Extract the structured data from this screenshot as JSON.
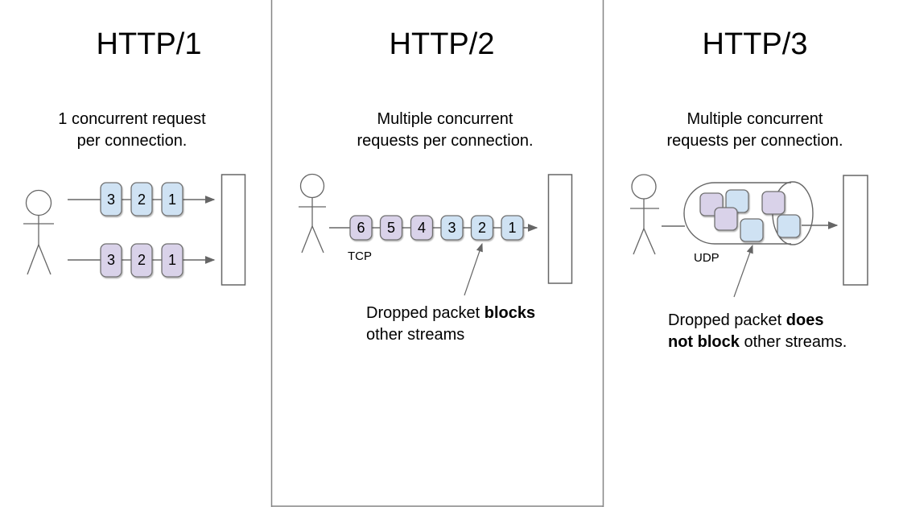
{
  "colors": {
    "blue": "#cfe2f3",
    "purple": "#d9d2e9",
    "box_stroke": "#707070",
    "line": "#666666",
    "divider": "#858585",
    "text": "#000000"
  },
  "columns": [
    {
      "title": "HTTP/1",
      "subtitle": [
        "1 concurrent request",
        "per connection."
      ],
      "rows": [
        {
          "labels": [
            "3",
            "2",
            "1"
          ],
          "fills": [
            "#cfe2f3",
            "#cfe2f3",
            "#cfe2f3"
          ]
        },
        {
          "labels": [
            "3",
            "2",
            "1"
          ],
          "fills": [
            "#d9d2e9",
            "#d9d2e9",
            "#d9d2e9"
          ]
        }
      ]
    },
    {
      "title": "HTTP/2",
      "subtitle": [
        "Multiple concurrent",
        "requests per connection."
      ],
      "protocol": "TCP",
      "labels": [
        "6",
        "5",
        "4",
        "3",
        "2",
        "1"
      ],
      "fills": [
        "#d9d2e9",
        "#d9d2e9",
        "#d9d2e9",
        "#cfe2f3",
        "#cfe2f3",
        "#cfe2f3"
      ],
      "annotation": {
        "normal1": "Dropped packet ",
        "bold1": "blocks",
        "normal2": "other streams"
      }
    },
    {
      "title": "HTTP/3",
      "subtitle": [
        "Multiple concurrent",
        "requests per connection."
      ],
      "protocol": "UDP",
      "tube_fills": [
        "#d9d2e9",
        "#cfe2f3",
        "#d9d2e9",
        "#d9d2e9",
        "#cfe2f3",
        "#cfe2f3"
      ],
      "annotation": {
        "normal1": "Dropped packet ",
        "bold1": "does",
        "bold2": "not block",
        "normal2": " other streams."
      }
    }
  ]
}
